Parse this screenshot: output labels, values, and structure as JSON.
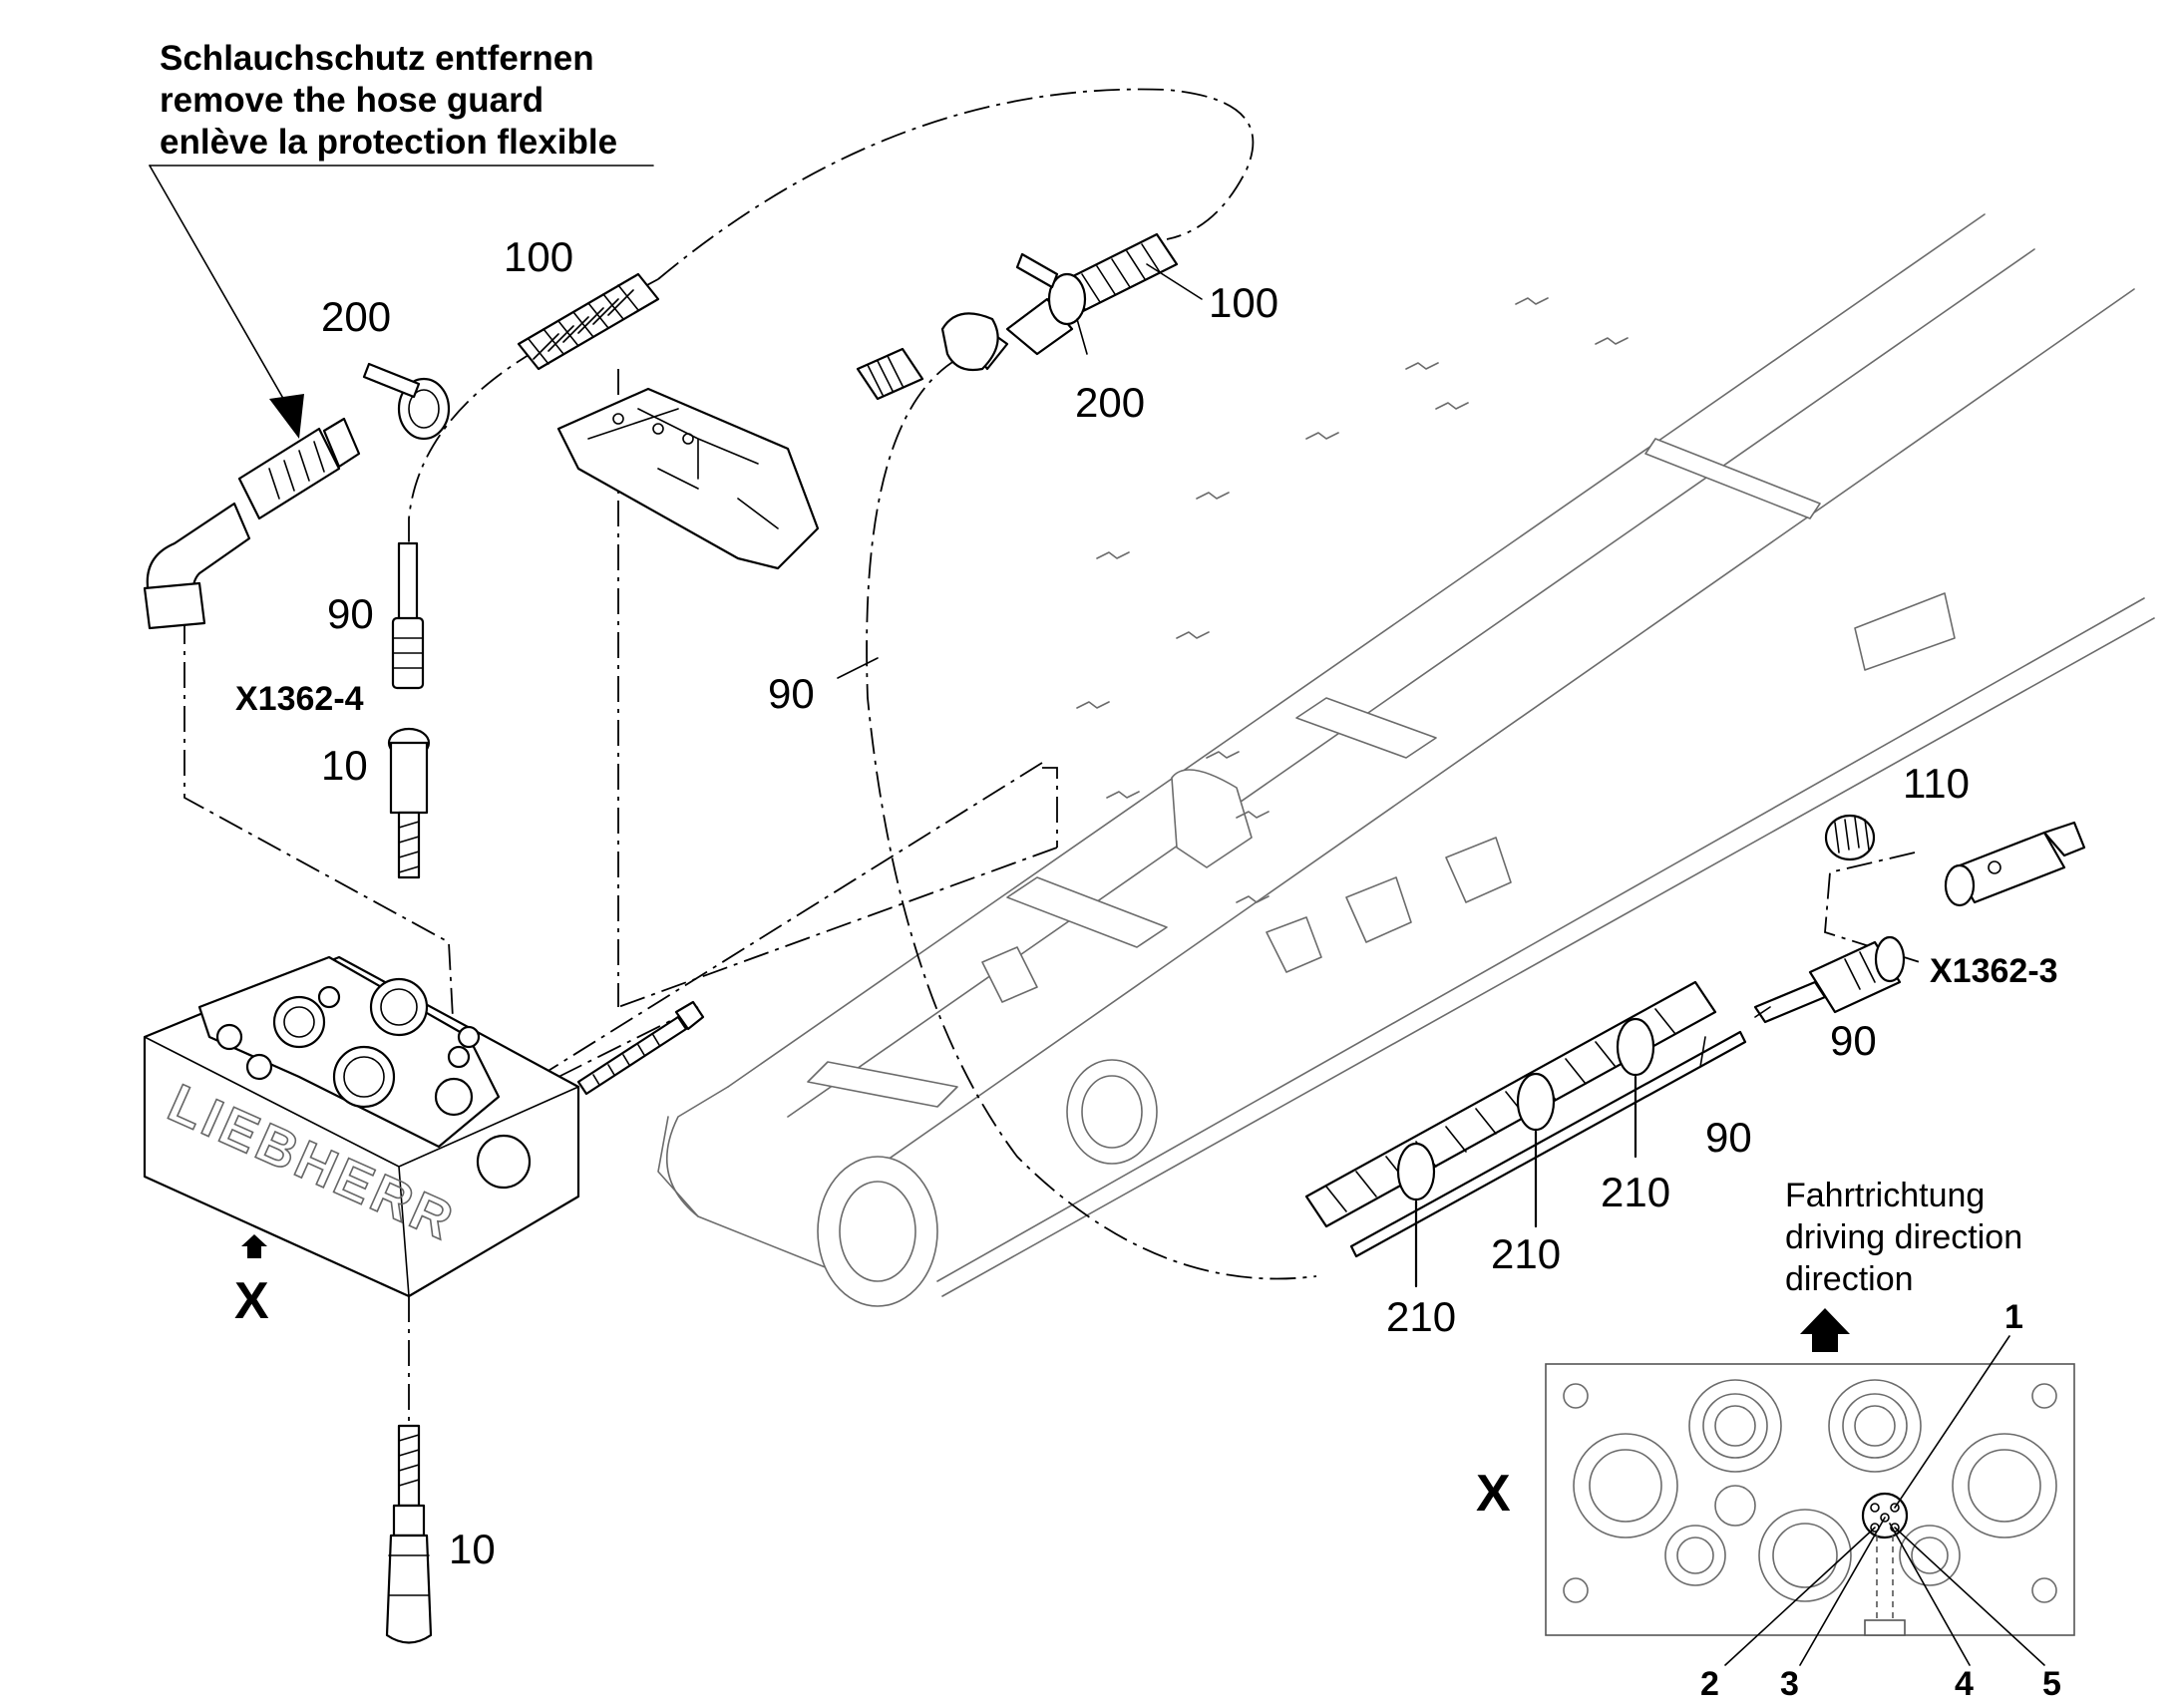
{
  "note": {
    "lines": [
      "Schlauchschutz entfernen",
      "remove the hose guard",
      "enlève la protection flexible"
    ]
  },
  "labels": {
    "l100a": "100",
    "l200a": "200",
    "l100b": "100",
    "l200b": "200",
    "l90a": "90",
    "x1362_4": "X1362-4",
    "l10a": "10",
    "l90b": "90",
    "l110": "110",
    "x1362_3": "X1362-3",
    "l90c": "90",
    "l90d": "90",
    "l210a": "210",
    "l210b": "210",
    "l210c": "210",
    "l10b": "10",
    "xview": "X",
    "xdetail": "X"
  },
  "brand": "LIEBHERR",
  "direction": {
    "lines": [
      "Fahrtrichtung",
      "driving direction",
      "direction"
    ]
  },
  "pins": [
    "1",
    "2",
    "3",
    "4",
    "5"
  ],
  "colors": {
    "line": "#000000",
    "boom": "#6b6b6b",
    "background": "#ffffff"
  }
}
